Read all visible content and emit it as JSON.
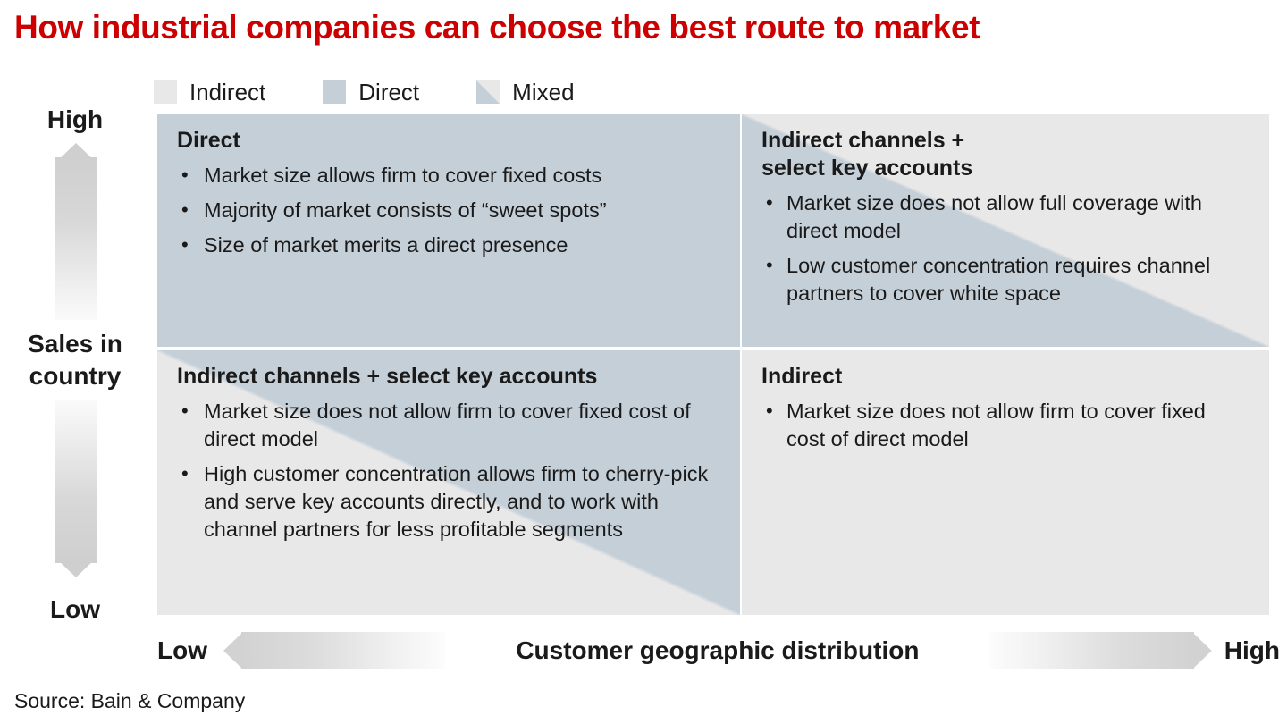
{
  "title": "How industrial companies can choose the best route to market",
  "accent_color": "#CC0000",
  "colors": {
    "indirect": "#E8E8E8",
    "direct": "#C5CFD8",
    "text": "#1a1a1a"
  },
  "legend": {
    "items": [
      {
        "label": "Indirect",
        "swatch": "indirect"
      },
      {
        "label": "Direct",
        "swatch": "direct"
      },
      {
        "label": "Mixed",
        "swatch": "mixed"
      }
    ]
  },
  "yaxis": {
    "high_label": "High",
    "mid_label": "Sales in\ncountry",
    "low_label": "Low"
  },
  "xaxis": {
    "low_label": "Low",
    "title": "Customer geographic distribution",
    "high_label": "High"
  },
  "quadrants": {
    "top_left": {
      "heading": "Direct",
      "bullets": [
        "Market size allows firm to cover fixed costs",
        "Majority of market consists of “sweet spots”",
        "Size of market merits a direct presence"
      ]
    },
    "top_right": {
      "heading": "Indirect channels +\nselect key accounts",
      "bullets": [
        "Market size does not allow full coverage with direct model",
        "Low customer concentration requires channel partners to cover white space"
      ]
    },
    "bottom_left": {
      "heading": "Indirect channels + select key accounts",
      "bullets": [
        "Market size does not allow firm to cover fixed cost of direct model",
        "High customer concentration allows firm to cherry-pick and serve key accounts directly, and to work with channel partners for less profitable segments"
      ]
    },
    "bottom_right": {
      "heading": "Indirect",
      "bullets": [
        "Market size does not allow firm to cover fixed cost of direct model"
      ]
    }
  },
  "source": "Source: Bain & Company",
  "chart_data": {
    "type": "table",
    "title": "How industrial companies can choose the best route to market",
    "xlabel": "Customer geographic distribution",
    "ylabel": "Sales in country",
    "x_range": [
      "Low",
      "High"
    ],
    "y_range": [
      "Low",
      "High"
    ],
    "legend": [
      "Indirect",
      "Direct",
      "Mixed"
    ],
    "legend_position": "top-left",
    "grid": false,
    "cells": [
      {
        "x": "Low",
        "y": "High",
        "fill": "Direct",
        "heading": "Direct",
        "bullets": [
          "Market size allows firm to cover fixed costs",
          "Majority of market consists of “sweet spots”",
          "Size of market merits a direct presence"
        ]
      },
      {
        "x": "High",
        "y": "High",
        "fill": "Mixed",
        "heading": "Indirect channels + select key accounts",
        "bullets": [
          "Market size does not allow full coverage with direct model",
          "Low customer concentration requires channel partners to cover white space"
        ]
      },
      {
        "x": "Low",
        "y": "Low",
        "fill": "Mixed",
        "heading": "Indirect channels + select key accounts",
        "bullets": [
          "Market size does not allow firm to cover fixed cost of direct model",
          "High customer concentration allows firm to cherry-pick and serve key accounts directly, and to work with channel partners for less profitable segments"
        ]
      },
      {
        "x": "High",
        "y": "Low",
        "fill": "Indirect",
        "heading": "Indirect",
        "bullets": [
          "Market size does not allow firm to cover fixed cost of direct model"
        ]
      }
    ],
    "source": "Source: Bain & Company"
  }
}
